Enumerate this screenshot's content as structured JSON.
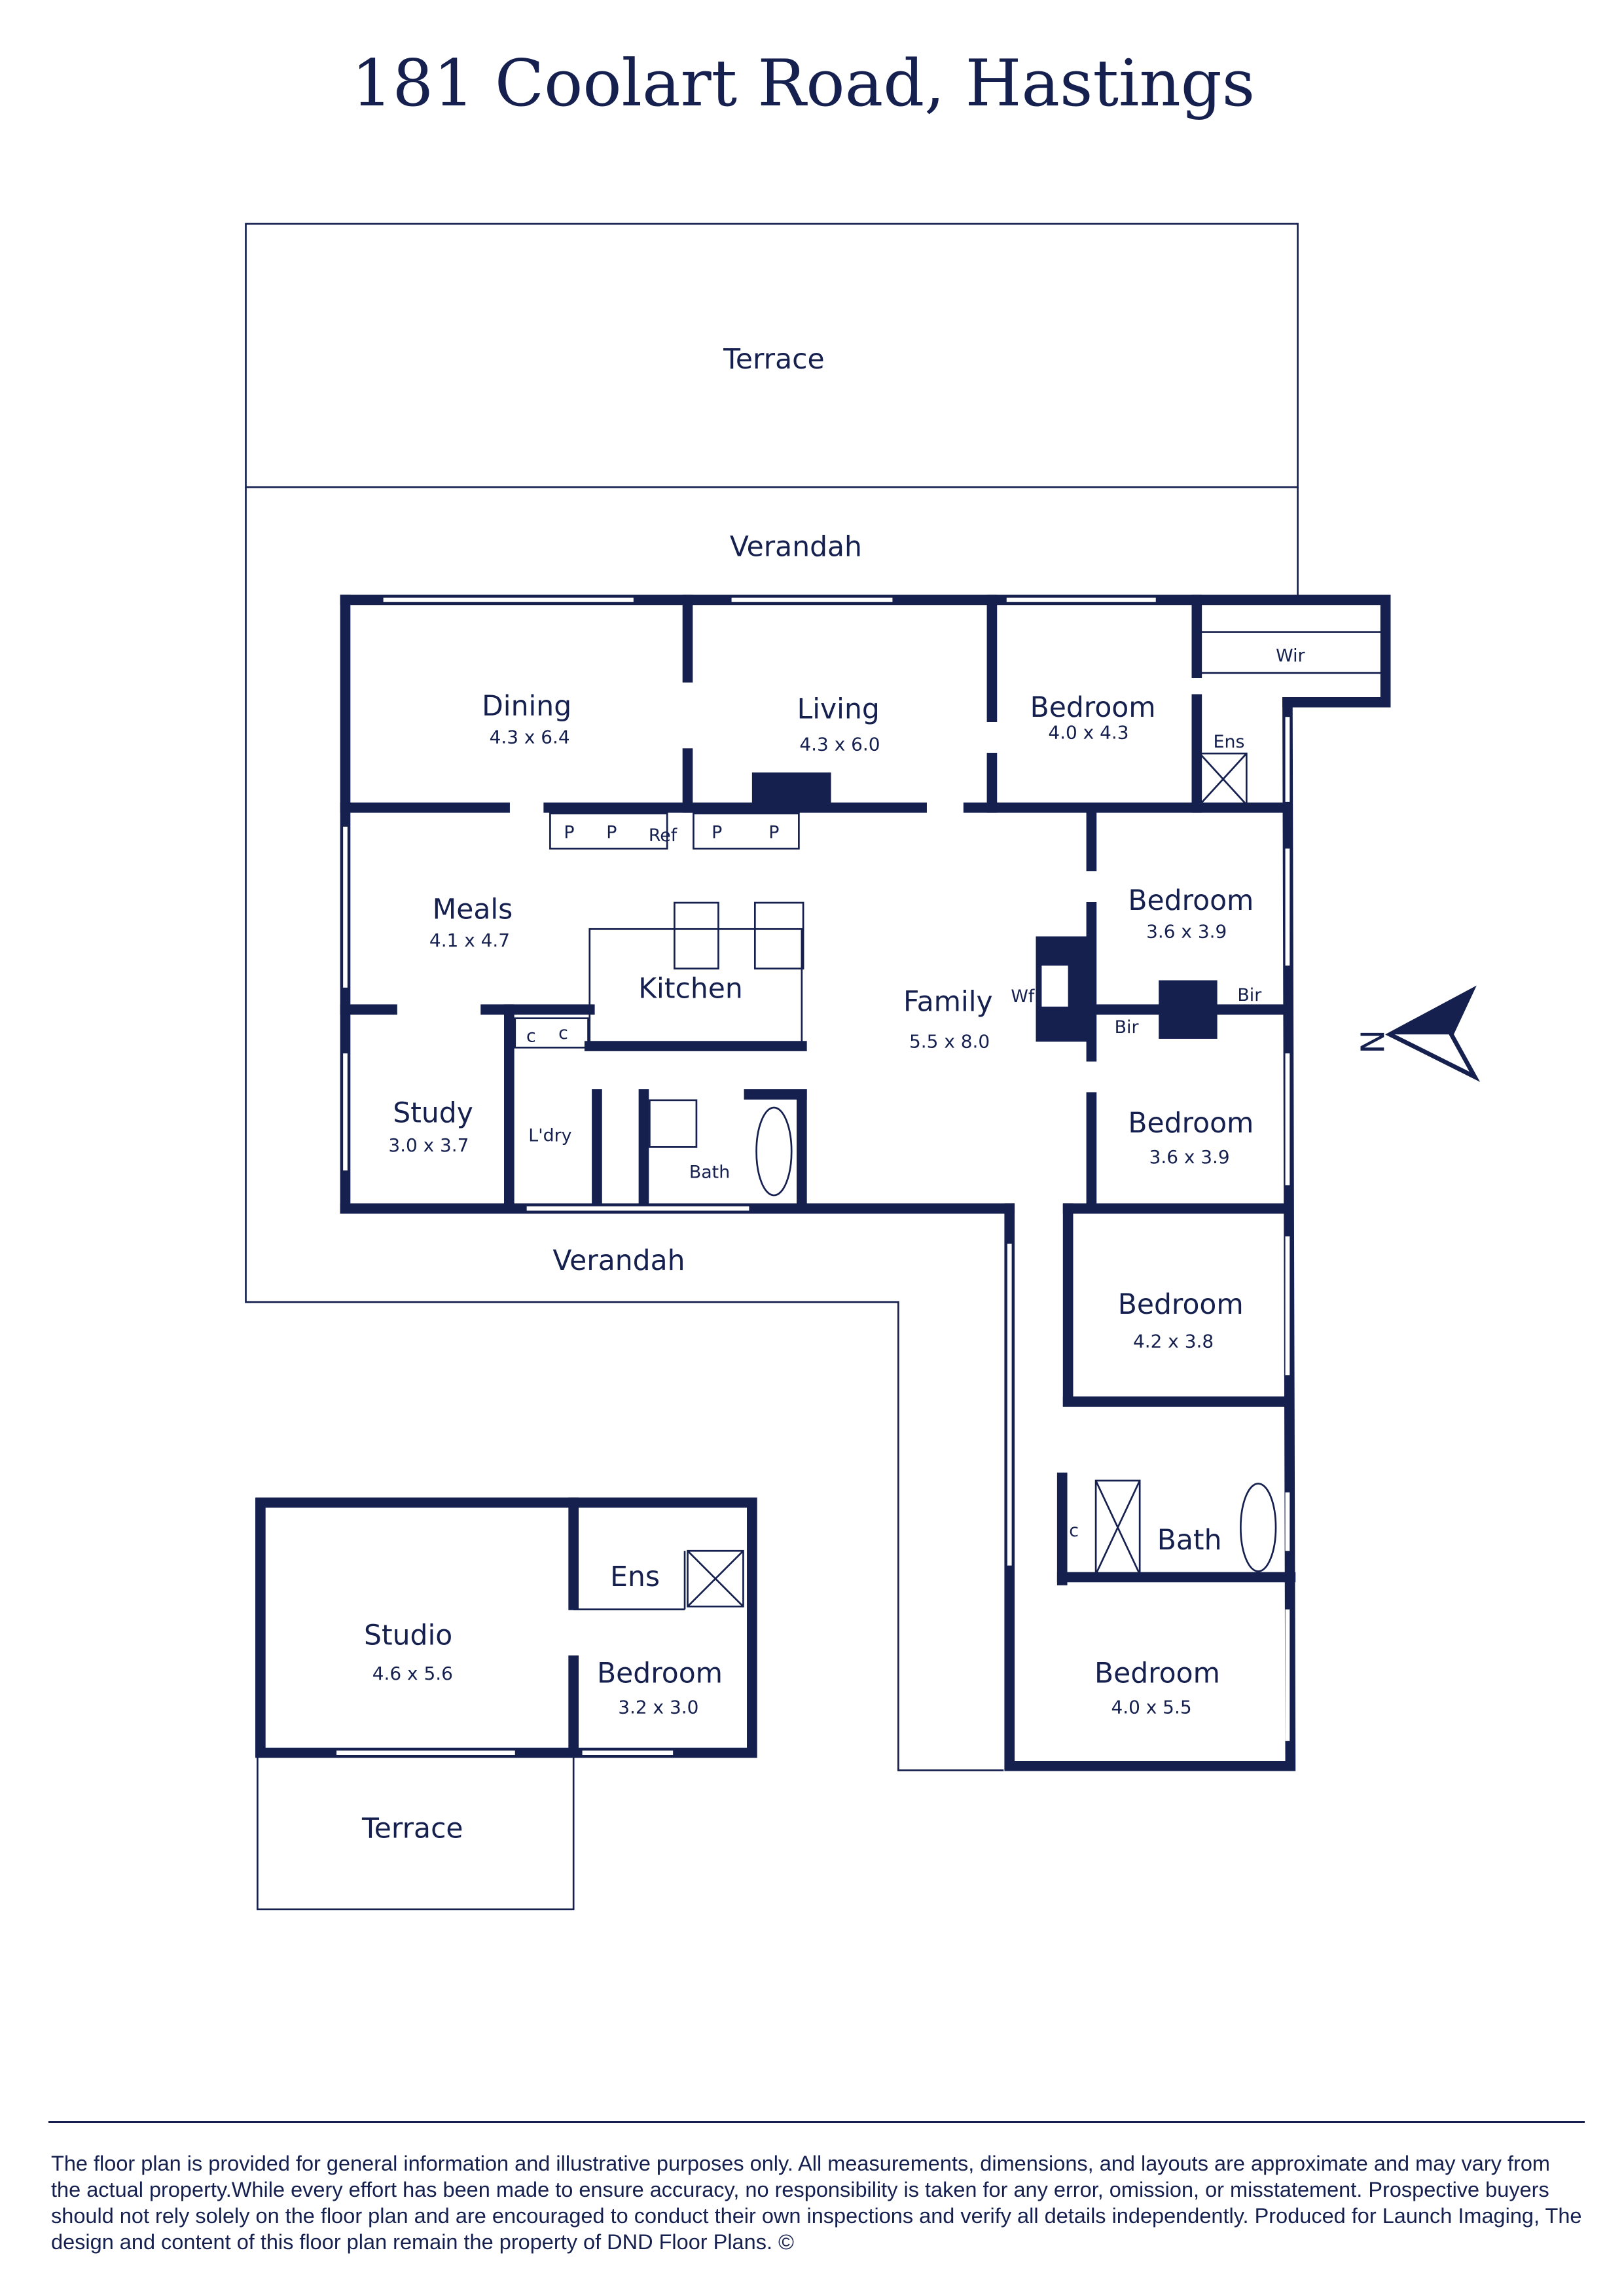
{
  "title": "181 Coolart Road, Hastings",
  "colors": {
    "ink": "#15204f",
    "background": "#ffffff"
  },
  "rooms": {
    "terrace_top": {
      "name": "Terrace"
    },
    "verandah_top": {
      "name": "Verandah"
    },
    "verandah_bottom": {
      "name": "Verandah"
    },
    "dining": {
      "name": "Dining",
      "size": "4.3 x 6.4"
    },
    "living": {
      "name": "Living",
      "size": "4.3 x 6.0"
    },
    "bedroom1": {
      "name": "Bedroom",
      "size": "4.0 x 4.3"
    },
    "wir": {
      "name": "Wir"
    },
    "ens1": {
      "name": "Ens"
    },
    "meals": {
      "name": "Meals",
      "size": "4.1 x 4.7"
    },
    "kitchen": {
      "name": "Kitchen"
    },
    "family": {
      "name": "Family",
      "size": "5.5 x 8.0"
    },
    "wf": {
      "name": "Wf"
    },
    "bedroom2": {
      "name": "Bedroom",
      "size": "3.6 x 3.9"
    },
    "bir1": {
      "name": "Bir"
    },
    "bir2": {
      "name": "Bir"
    },
    "bedroom3": {
      "name": "Bedroom",
      "size": "3.6 x 3.9"
    },
    "study": {
      "name": "Study",
      "size": "3.0 x 3.7"
    },
    "ldry": {
      "name": "L'dry"
    },
    "bath1": {
      "name": "Bath"
    },
    "bedroom4": {
      "name": "Bedroom",
      "size": "4.2 x 3.8"
    },
    "bath2": {
      "name": "Bath"
    },
    "bedroom5": {
      "name": "Bedroom",
      "size": "4.0 x 5.5"
    },
    "studio": {
      "name": "Studio",
      "size": "4.6 x 5.6"
    },
    "ens2": {
      "name": "Ens"
    },
    "bedroom6": {
      "name": "Bedroom",
      "size": "3.2 x 3.0"
    },
    "terrace_bottom": {
      "name": "Terrace"
    }
  },
  "fixtures": {
    "pantry": "P",
    "ref": "Ref",
    "cupboard": "c"
  },
  "compass": {
    "label": "N",
    "icon": "north-arrow-icon"
  },
  "disclaimer": "The floor plan is provided for general information and illustrative purposes only. All measurements, dimensions, and layouts are approximate and may vary from the actual property.While every effort has been made to ensure accuracy, no responsibility is taken for any error, omission, or misstatement. Prospective buyers should not rely solely on the floor plan and are encouraged to conduct their own inspections and verify all details independently.  Produced for Launch Imaging, The design and content of this floor plan remain the property of DND Floor Plans. ©"
}
